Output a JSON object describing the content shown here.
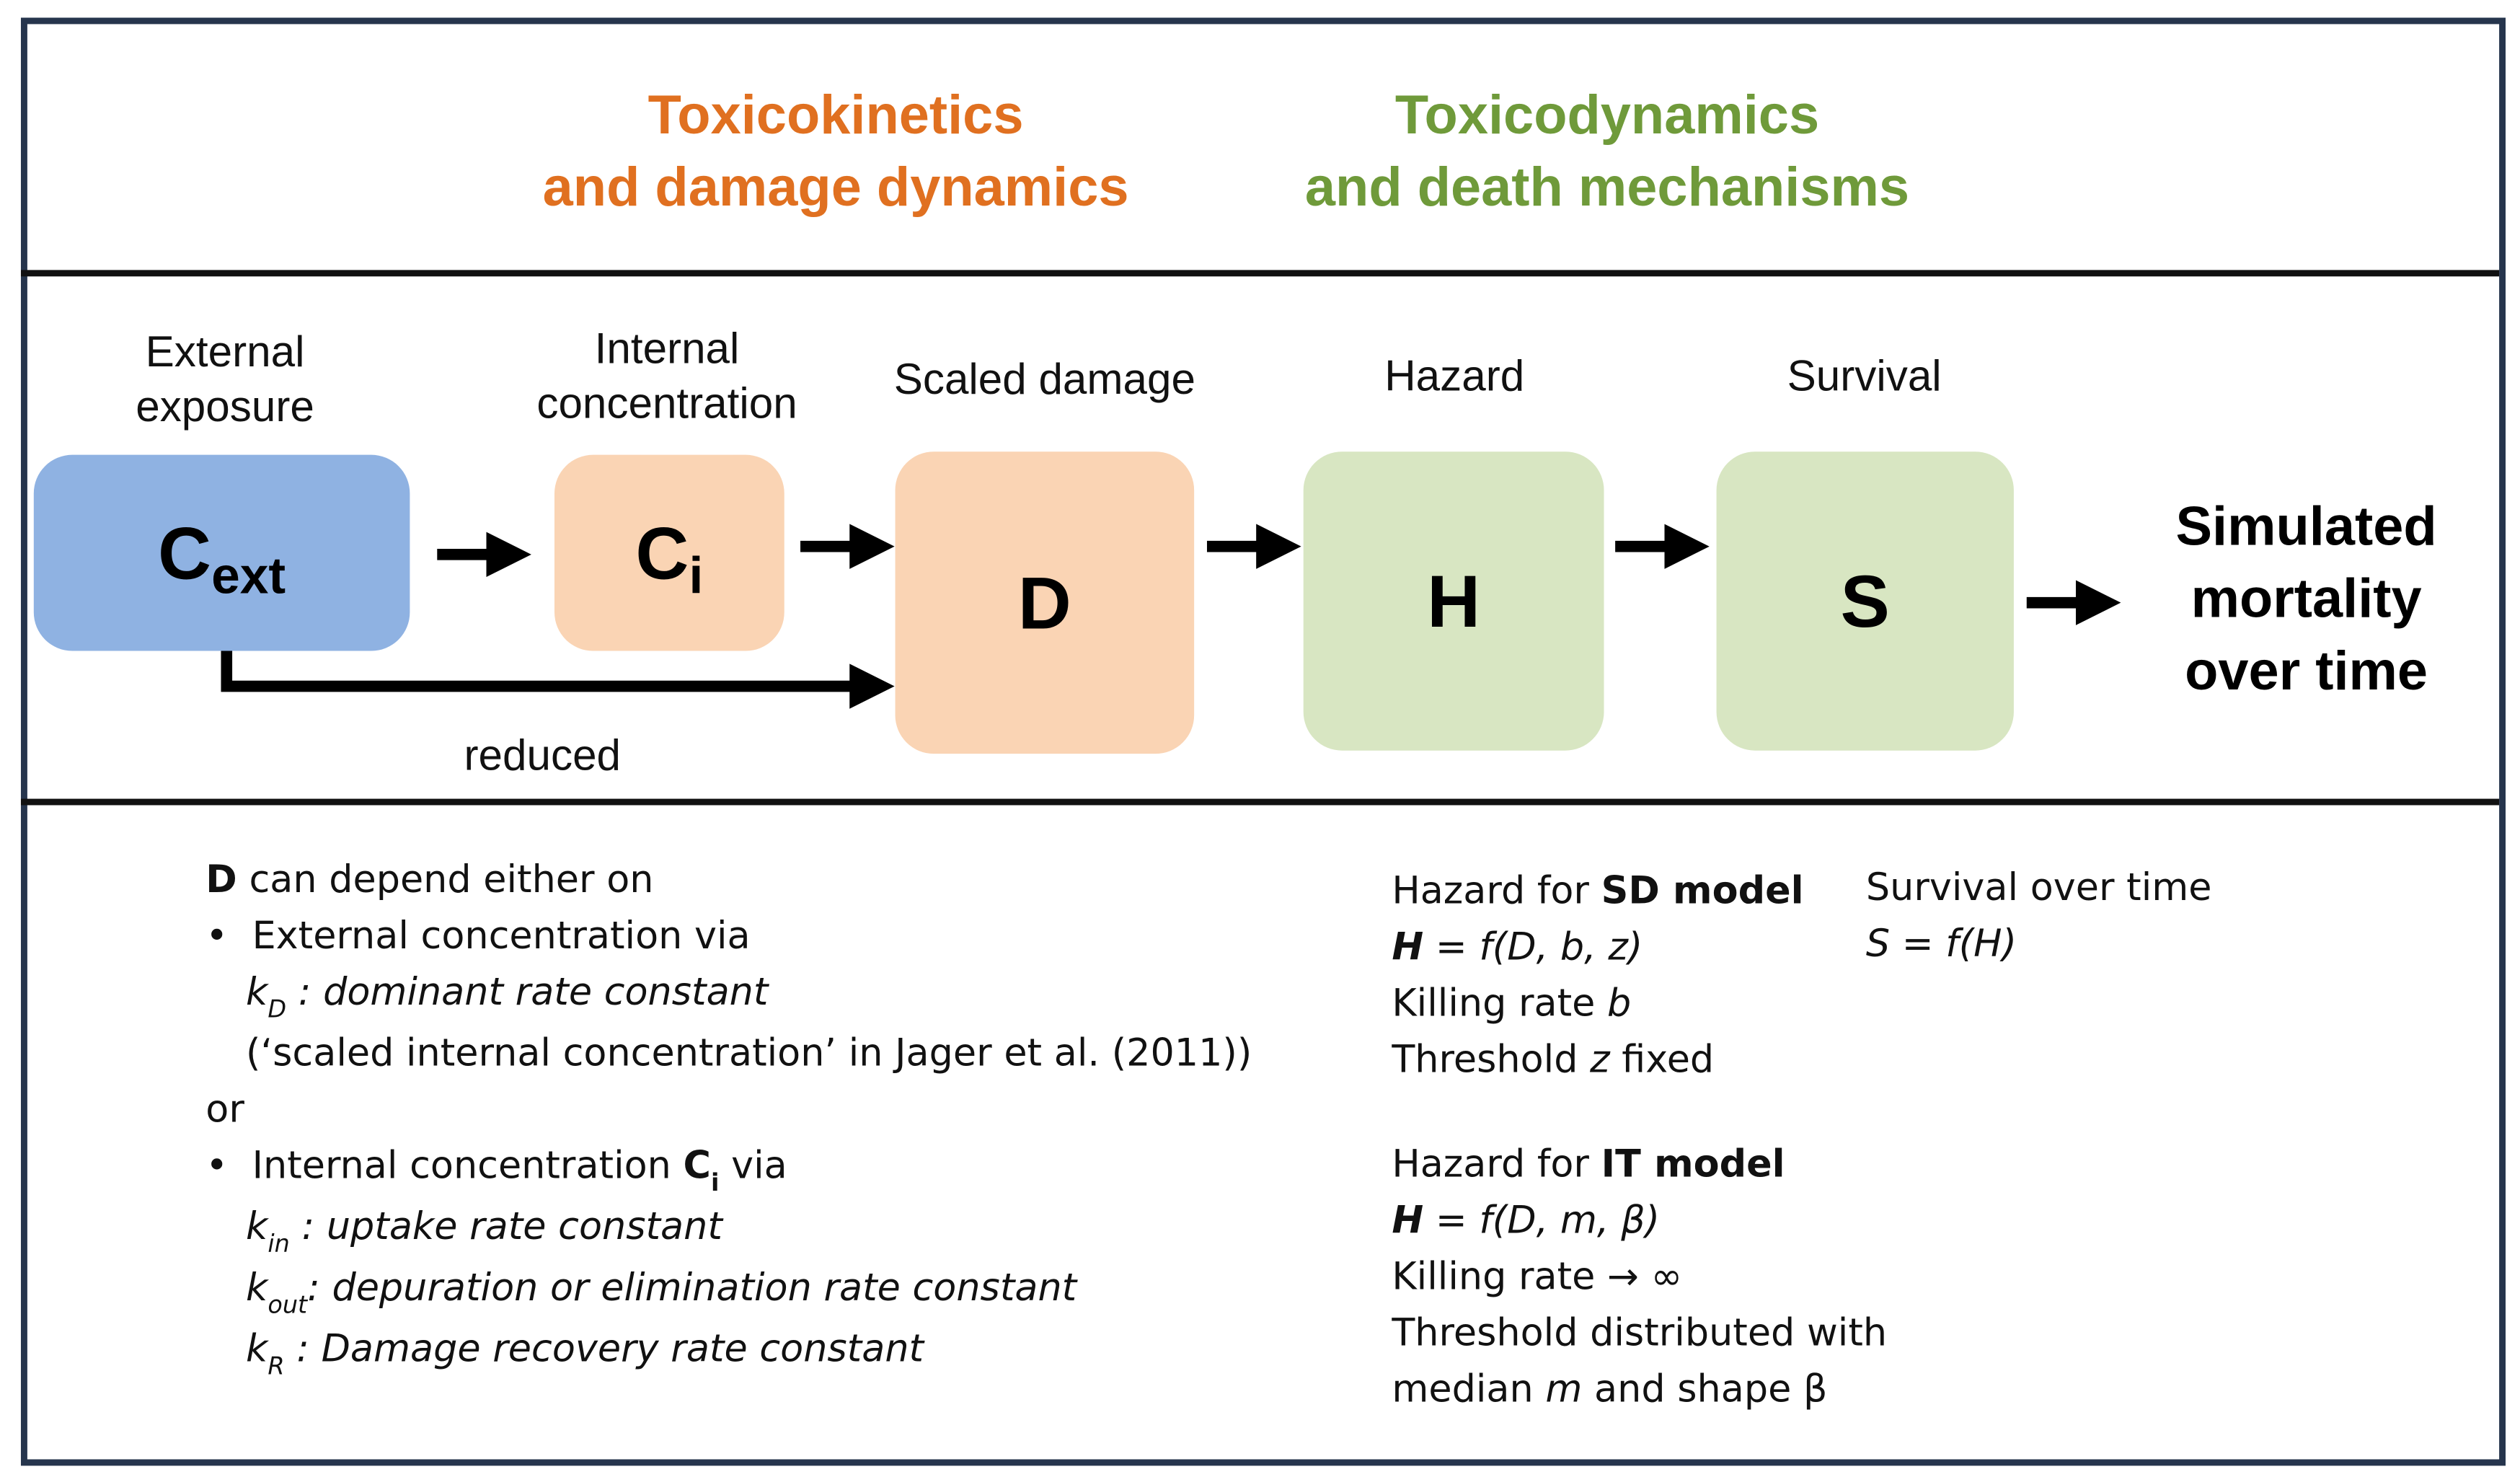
{
  "headers": {
    "tk": [
      "Toxicokinetics",
      "and damage dynamics"
    ],
    "td": [
      "Toxicodynamics",
      "and death mechanisms"
    ]
  },
  "colors": {
    "orange": "#e07020",
    "green_text": "#6f9a3a",
    "blue_box": "#8fb2e2",
    "peach_box": "#fad4b4",
    "green_box": "#d8e6c2",
    "frame": "#26354d"
  },
  "nodes": {
    "cext": {
      "label": [
        "External",
        "exposure"
      ],
      "symbol": "C",
      "subscript": "ext"
    },
    "ci": {
      "label": [
        "Internal",
        "concentration"
      ],
      "symbol": "C",
      "subscript": "i"
    },
    "d": {
      "label": "Scaled damage",
      "symbol": "D"
    },
    "h": {
      "label": "Hazard",
      "symbol": "H"
    },
    "s": {
      "label": "Survival",
      "symbol": "S"
    }
  },
  "reduced_label": "reduced",
  "result": [
    "Simulated",
    "mortality",
    "over time"
  ],
  "left_panel": {
    "intro_bold": "D",
    "intro_rest": " can depend either on",
    "bullet": "•",
    "item1": "External concentration via",
    "kd_sym": "k",
    "kd_sub": "D",
    "kd_desc": " : dominant rate constant",
    "jager": "(‘scaled internal concentration’ in Jager et al. (2011))",
    "or": "or",
    "item2_pre": "Internal concentration ",
    "item2_bold": "C",
    "item2_sub": "i",
    "item2_post": " via",
    "kin_sym": "k",
    "kin_sub": "in",
    "kin_desc": " : uptake rate constant",
    "kout_sym": "k",
    "kout_sub": "out",
    "kout_desc": ": depuration or elimination rate constant",
    "kr_sym": "k",
    "kr_sub": "R",
    "kr_desc": " : Damage recovery rate constant"
  },
  "sd_panel": {
    "title_pre": "Hazard for ",
    "title_bold": "SD model",
    "eq_bold": "H",
    "eq_rest": " = f(D, b, z)",
    "line3_pre": "Killing rate ",
    "line3_it": "b",
    "line4_pre": "Threshold ",
    "line4_it": "z",
    "line4_post": " fixed"
  },
  "survival_panel": {
    "title": "Survival over time",
    "eq": "S = f(H)"
  },
  "it_panel": {
    "title_pre": "Hazard for ",
    "title_bold": "IT model",
    "eq_bold": "H",
    "eq_rest": " = f(D, m, β)",
    "line3": "Killing rate → ∞",
    "line4": "Threshold distributed with",
    "line5_pre": "median ",
    "line5_it": "m",
    "line5_post": " and shape β"
  }
}
